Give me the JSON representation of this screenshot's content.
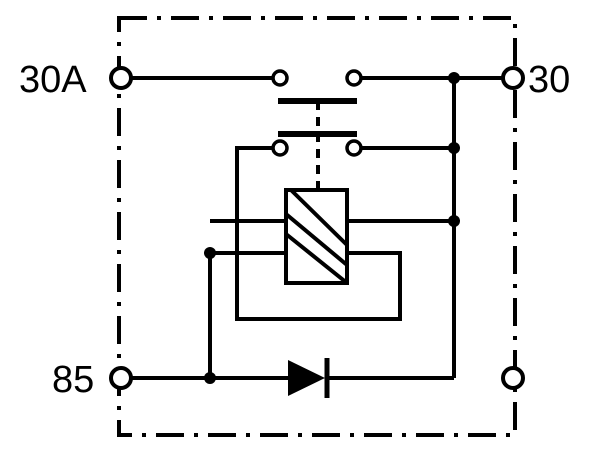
{
  "terminals": {
    "top_left": "30A",
    "top_right": "30",
    "bottom_left": "85"
  },
  "colors": {
    "ink": "#000000",
    "background": "#ffffff"
  },
  "symbols": {
    "relay_coil": "relay-coil-icon",
    "diode": "diode-icon",
    "switch": "double-contact-switch-icon"
  }
}
